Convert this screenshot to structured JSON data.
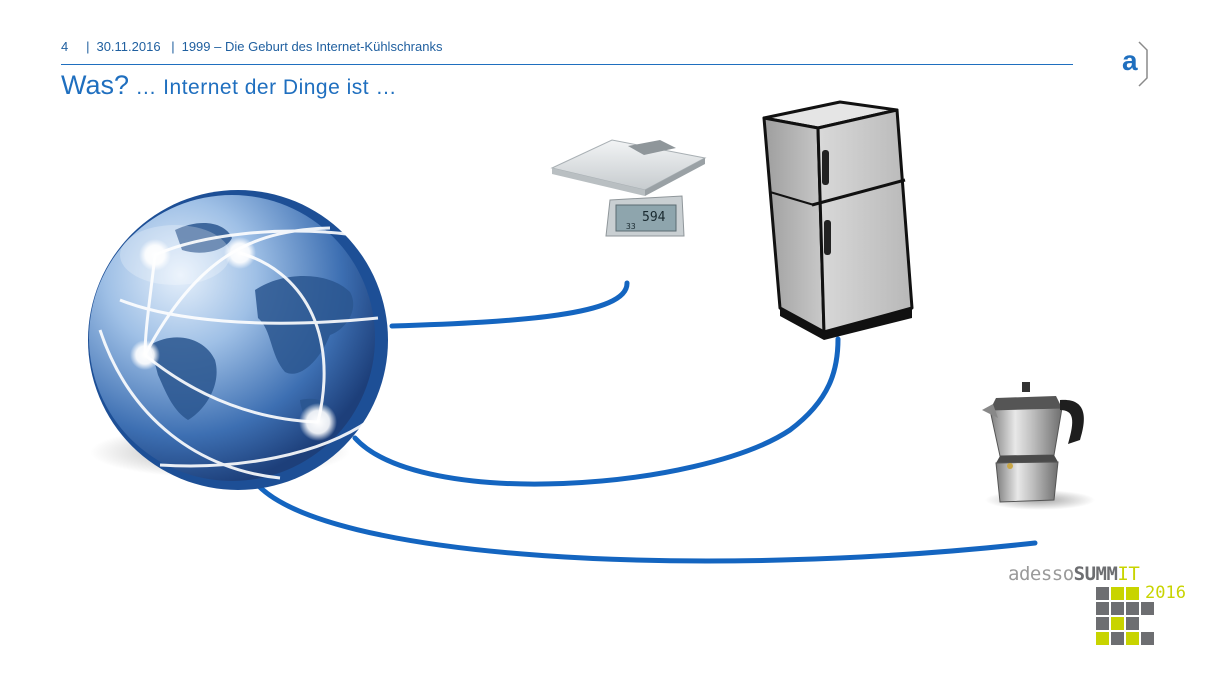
{
  "header": {
    "page_number": "4",
    "date": "30.11.2016",
    "talk_title": "1999 – Die Geburt des Internet-Kühlschranks"
  },
  "title": {
    "main": "Was?",
    "sub": " … Internet der Dinge ist …"
  },
  "brand": {
    "logo_letter": "a"
  },
  "devices": [
    {
      "name": "globe",
      "icon": "globe-icon"
    },
    {
      "name": "kitchen-scale",
      "icon": "scale-icon",
      "display_main": "594",
      "display_sub": "33"
    },
    {
      "name": "refrigerator",
      "icon": "fridge-icon"
    },
    {
      "name": "moka-pot",
      "icon": "coffee-pot-icon"
    }
  ],
  "summit": {
    "word_a": "adesso",
    "word_b": "SUMM",
    "word_c": "IT",
    "year": "2016"
  },
  "colors": {
    "accent": "#1f6fbf",
    "cable": "#1465c0",
    "summit_grey": "#6d6e71",
    "summit_lime": "#c8d400"
  }
}
